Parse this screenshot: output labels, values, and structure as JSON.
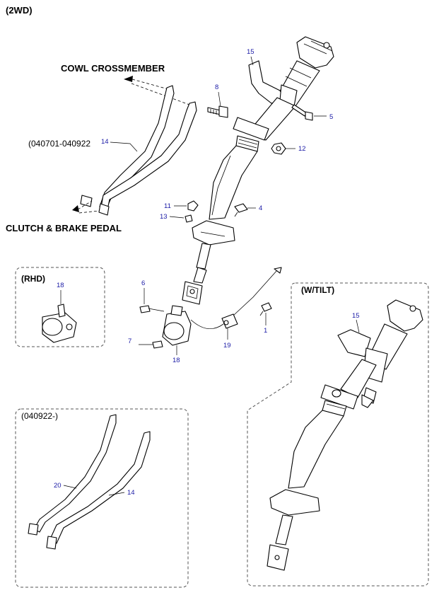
{
  "variant_label": "(2WD)",
  "callouts": {
    "cowl_crossmember": "COWL CROSSMEMBER",
    "clutch_brake_pedal": "CLUTCH & BRAKE  PEDAL",
    "date_range_main": "(040701-040922",
    "rhd": "(RHD)",
    "date_range_box": "(040922-)",
    "wtilt": "(W/TILT)"
  },
  "part_numbers": {
    "p15_main": "15",
    "p8": "8",
    "p5": "5",
    "p14_main": "14",
    "p12": "12",
    "p11": "11",
    "p13": "13",
    "p4": "4",
    "p18_rhd": "18",
    "p6": "6",
    "p1": "1",
    "p7": "7",
    "p19": "19",
    "p18_main": "18",
    "p15_tilt": "15",
    "p20": "20",
    "p14_box": "14"
  }
}
